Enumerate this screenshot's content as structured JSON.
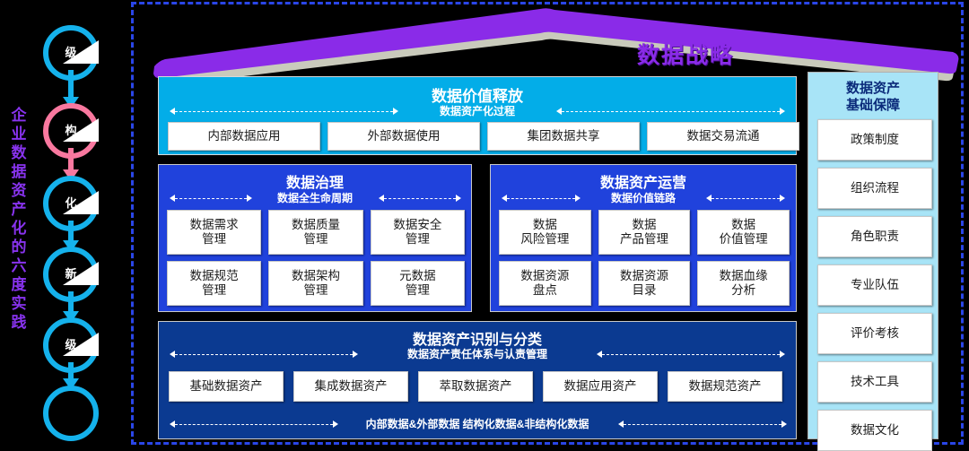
{
  "rail": {
    "title": "企业数据资产化的六度实践",
    "nodes": [
      {
        "label": "级",
        "color": "#15b2ec"
      },
      {
        "label": "构",
        "color": "#f9789f"
      },
      {
        "label": "化",
        "color": "#15b2ec"
      },
      {
        "label": "新",
        "color": "#15b2ec"
      },
      {
        "label": "级",
        "color": "#15b2ec"
      },
      {
        "label": "",
        "color": "#15b2ec"
      }
    ]
  },
  "roof": {
    "title": "数据战略",
    "color": "#8a2be8",
    "shadow_color": "#c9cabc"
  },
  "value_release": {
    "title": "数据价值释放",
    "subtitle": "数据资产化过程",
    "bg": "#03ade8",
    "items": [
      "内部数据应用",
      "外部数据使用",
      "集团数据共享",
      "数据交易流通"
    ]
  },
  "governance": {
    "title": "数据治理",
    "subtitle": "数据全生命周期",
    "bg": "#2042dc",
    "items": [
      "数据需求\n管理",
      "数据质量\n管理",
      "数据安全\n管理",
      "数据规范\n管理",
      "数据架构\n管理",
      "元数据\n管理"
    ]
  },
  "operations": {
    "title": "数据资产运营",
    "subtitle": "数据价值链路",
    "bg": "#2042dc",
    "items": [
      "数据\n风险管理",
      "数据\n产品管理",
      "数据\n价值管理",
      "数据资源\n盘点",
      "数据资源\n目录",
      "数据血缘\n分析"
    ]
  },
  "classification": {
    "title": "数据资产识别与分类",
    "subtitle": "数据资产责任体系与认责管理",
    "footnote": "内部数据&外部数据   结构化数据&非结构化数据",
    "bg": "#0b3a91",
    "items": [
      "基础数据资产",
      "集成数据资产",
      "萃取数据资产",
      "数据应用资产",
      "数据规范资产"
    ]
  },
  "guarantee": {
    "title": "数据资产\n基础保障",
    "bg": "#a8e4f7",
    "items": [
      "政策制度",
      "组织流程",
      "角色职责",
      "专业队伍",
      "评价考核",
      "技术工具",
      "数据文化"
    ]
  },
  "frame": {
    "border_color": "#2a46e8"
  }
}
